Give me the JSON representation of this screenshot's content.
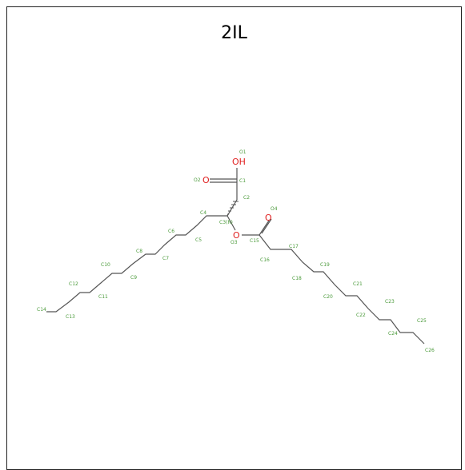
{
  "title": "2IL",
  "atoms": {
    "O1": "O1",
    "OH": "OH",
    "O2": "O2",
    "O": "O",
    "C1": "C1",
    "C2": "C2",
    "C3": "C3(R)",
    "O3": "O3",
    "O4": "O4",
    "C4": "C4",
    "C5": "C5",
    "C6": "C6",
    "C7": "C7",
    "C8": "C8",
    "C9": "C9",
    "C10": "C10",
    "C11": "C11",
    "C12": "C12",
    "C13": "C13",
    "C14": "C14",
    "C15": "C15",
    "C16": "C16",
    "C17": "C17",
    "C18": "C18",
    "C19": "C19",
    "C20": "C20",
    "C21": "C21",
    "C22": "C22",
    "C23": "C23",
    "C24": "C24",
    "C25": "C25",
    "C26": "C26"
  },
  "colors": {
    "oxygen": "#e02020",
    "label": "#4a9a3a",
    "bond": "#555555"
  }
}
